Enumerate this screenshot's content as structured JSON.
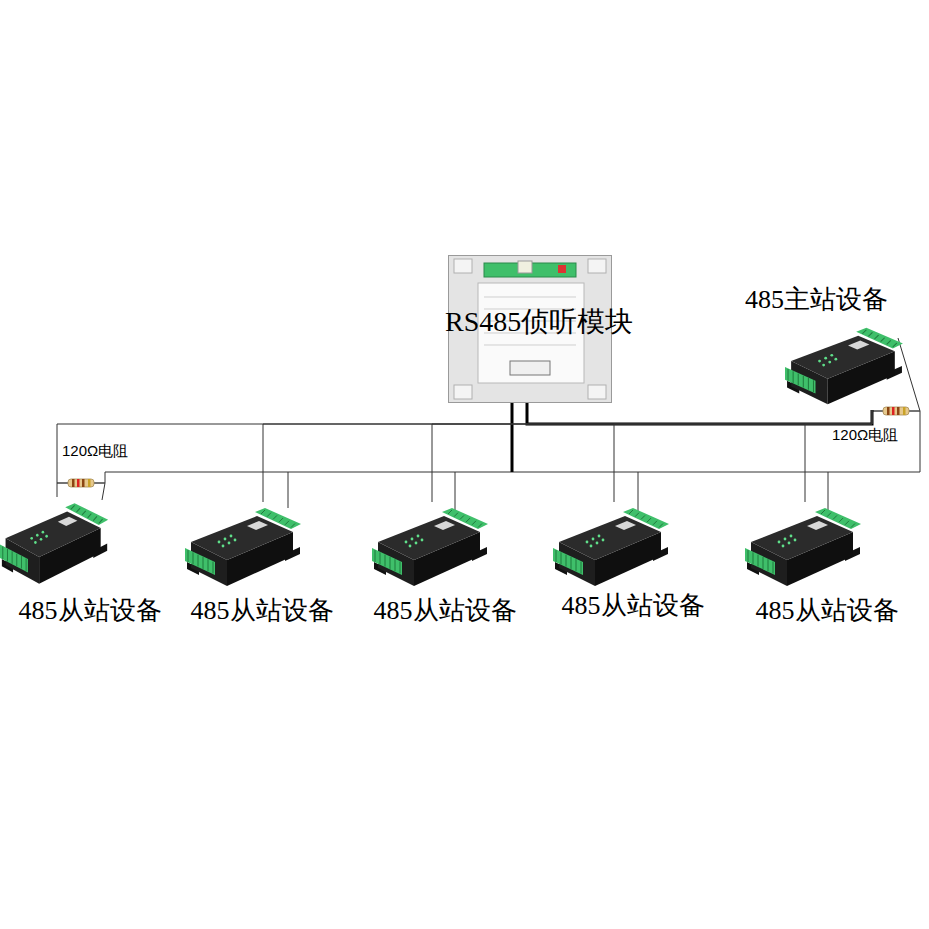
{
  "diagram": {
    "nodes": [
      {
        "text": [
          "RS485侦听模块"
        ]
      },
      {
        "text": [
          "485主站设备"
        ]
      },
      {
        "text": [
          "485从站设备"
        ]
      },
      {
        "text": [
          "485从站设备"
        ]
      },
      {
        "text": [
          "485从站设备"
        ]
      },
      {
        "text": [
          "485从站设备"
        ]
      },
      {
        "text": [
          "485从站设备"
        ]
      }
    ],
    "edges": [
      {
        "from": 1,
        "to": 0,
        "arrow": "none"
      },
      {
        "from": 1,
        "to": 2,
        "arrow": "none"
      },
      {
        "from": 1,
        "to": 3,
        "arrow": "none"
      },
      {
        "from": 1,
        "to": 4,
        "arrow": "none"
      },
      {
        "from": 1,
        "to": 5,
        "arrow": "none"
      },
      {
        "from": 1,
        "to": 6,
        "arrow": "none"
      }
    ],
    "labels": [
      "120Ω电阻",
      "120Ω电阻"
    ]
  }
}
